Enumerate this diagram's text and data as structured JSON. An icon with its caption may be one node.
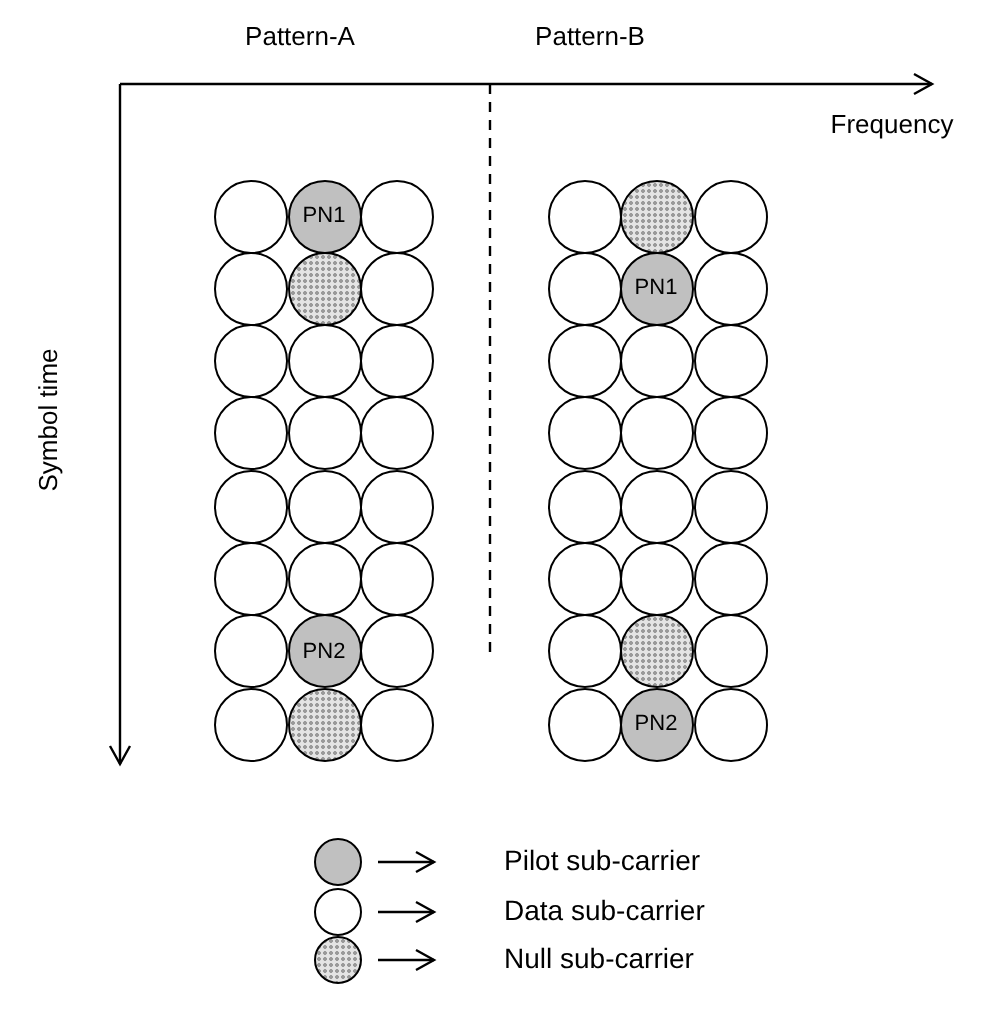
{
  "diagram": {
    "nodes": [
      {
        "text": [],
        "shape": "circle"
      },
      {
        "text": [
          "PN1"
        ]
      },
      {
        "text": [],
        "shape": "circle"
      },
      {
        "text": [],
        "shape": "circle"
      },
      {
        "text": [],
        "shape": "circle"
      },
      {
        "text": [],
        "shape": "circle"
      },
      {
        "text": [],
        "shape": "circle"
      },
      {
        "text": [],
        "shape": "circle"
      },
      {
        "text": [],
        "shape": "circle"
      },
      {
        "text": [],
        "shape": "circle"
      },
      {
        "text": [
          "PN1"
        ]
      },
      {
        "text": [],
        "shape": "circle"
      },
      {
        "text": [],
        "shape": "circle"
      },
      {
        "text": [],
        "shape": "circle"
      },
      {
        "text": [],
        "shape": "circle"
      },
      {
        "text": [],
        "shape": "circle"
      },
      {
        "text": [],
        "shape": "circle"
      },
      {
        "text": [],
        "shape": "circle"
      },
      {
        "text": [],
        "shape": "circle"
      },
      {
        "text": [],
        "shape": "circle"
      },
      {
        "text": [],
        "shape": "circle"
      },
      {
        "text": [],
        "shape": "circle"
      },
      {
        "text": [],
        "shape": "circle"
      },
      {
        "text": [],
        "shape": "circle"
      },
      {
        "text": [],
        "shape": "circle"
      },
      {
        "text": [],
        "shape": "circle"
      },
      {
        "text": [],
        "shape": "circle"
      },
      {
        "text": [],
        "shape": "circle"
      },
      {
        "text": [],
        "shape": "circle"
      },
      {
        "text": [],
        "shape": "circle"
      },
      {
        "text": [],
        "shape": "circle"
      },
      {
        "text": [],
        "shape": "circle"
      },
      {
        "text": [],
        "shape": "circle"
      },
      {
        "text": [],
        "shape": "circle"
      },
      {
        "text": [],
        "shape": "circle"
      },
      {
        "text": [],
        "shape": "circle"
      },
      {
        "text": [],
        "shape": "circle"
      },
      {
        "text": [
          "PN2"
        ]
      },
      {
        "text": [],
        "shape": "circle"
      },
      {
        "text": [],
        "shape": "circle"
      },
      {
        "text": [],
        "shape": "circle"
      },
      {
        "text": [],
        "shape": "circle"
      },
      {
        "text": [],
        "shape": "circle"
      },
      {
        "text": [],
        "shape": "circle"
      },
      {
        "text": [],
        "shape": "circle"
      },
      {
        "text": [],
        "shape": "circle"
      },
      {
        "text": [
          "PN2"
        ]
      },
      {
        "text": [],
        "shape": "circle"
      }
    ],
    "labels": [
      "Pattern-A",
      "Pattern-B",
      "Frequency",
      "Symbol time"
    ],
    "legend": [
      {
        "text": "Pilot sub-carrier"
      },
      {
        "text": "Data sub-carrier"
      },
      {
        "text": "Null sub-carrier"
      }
    ]
  }
}
